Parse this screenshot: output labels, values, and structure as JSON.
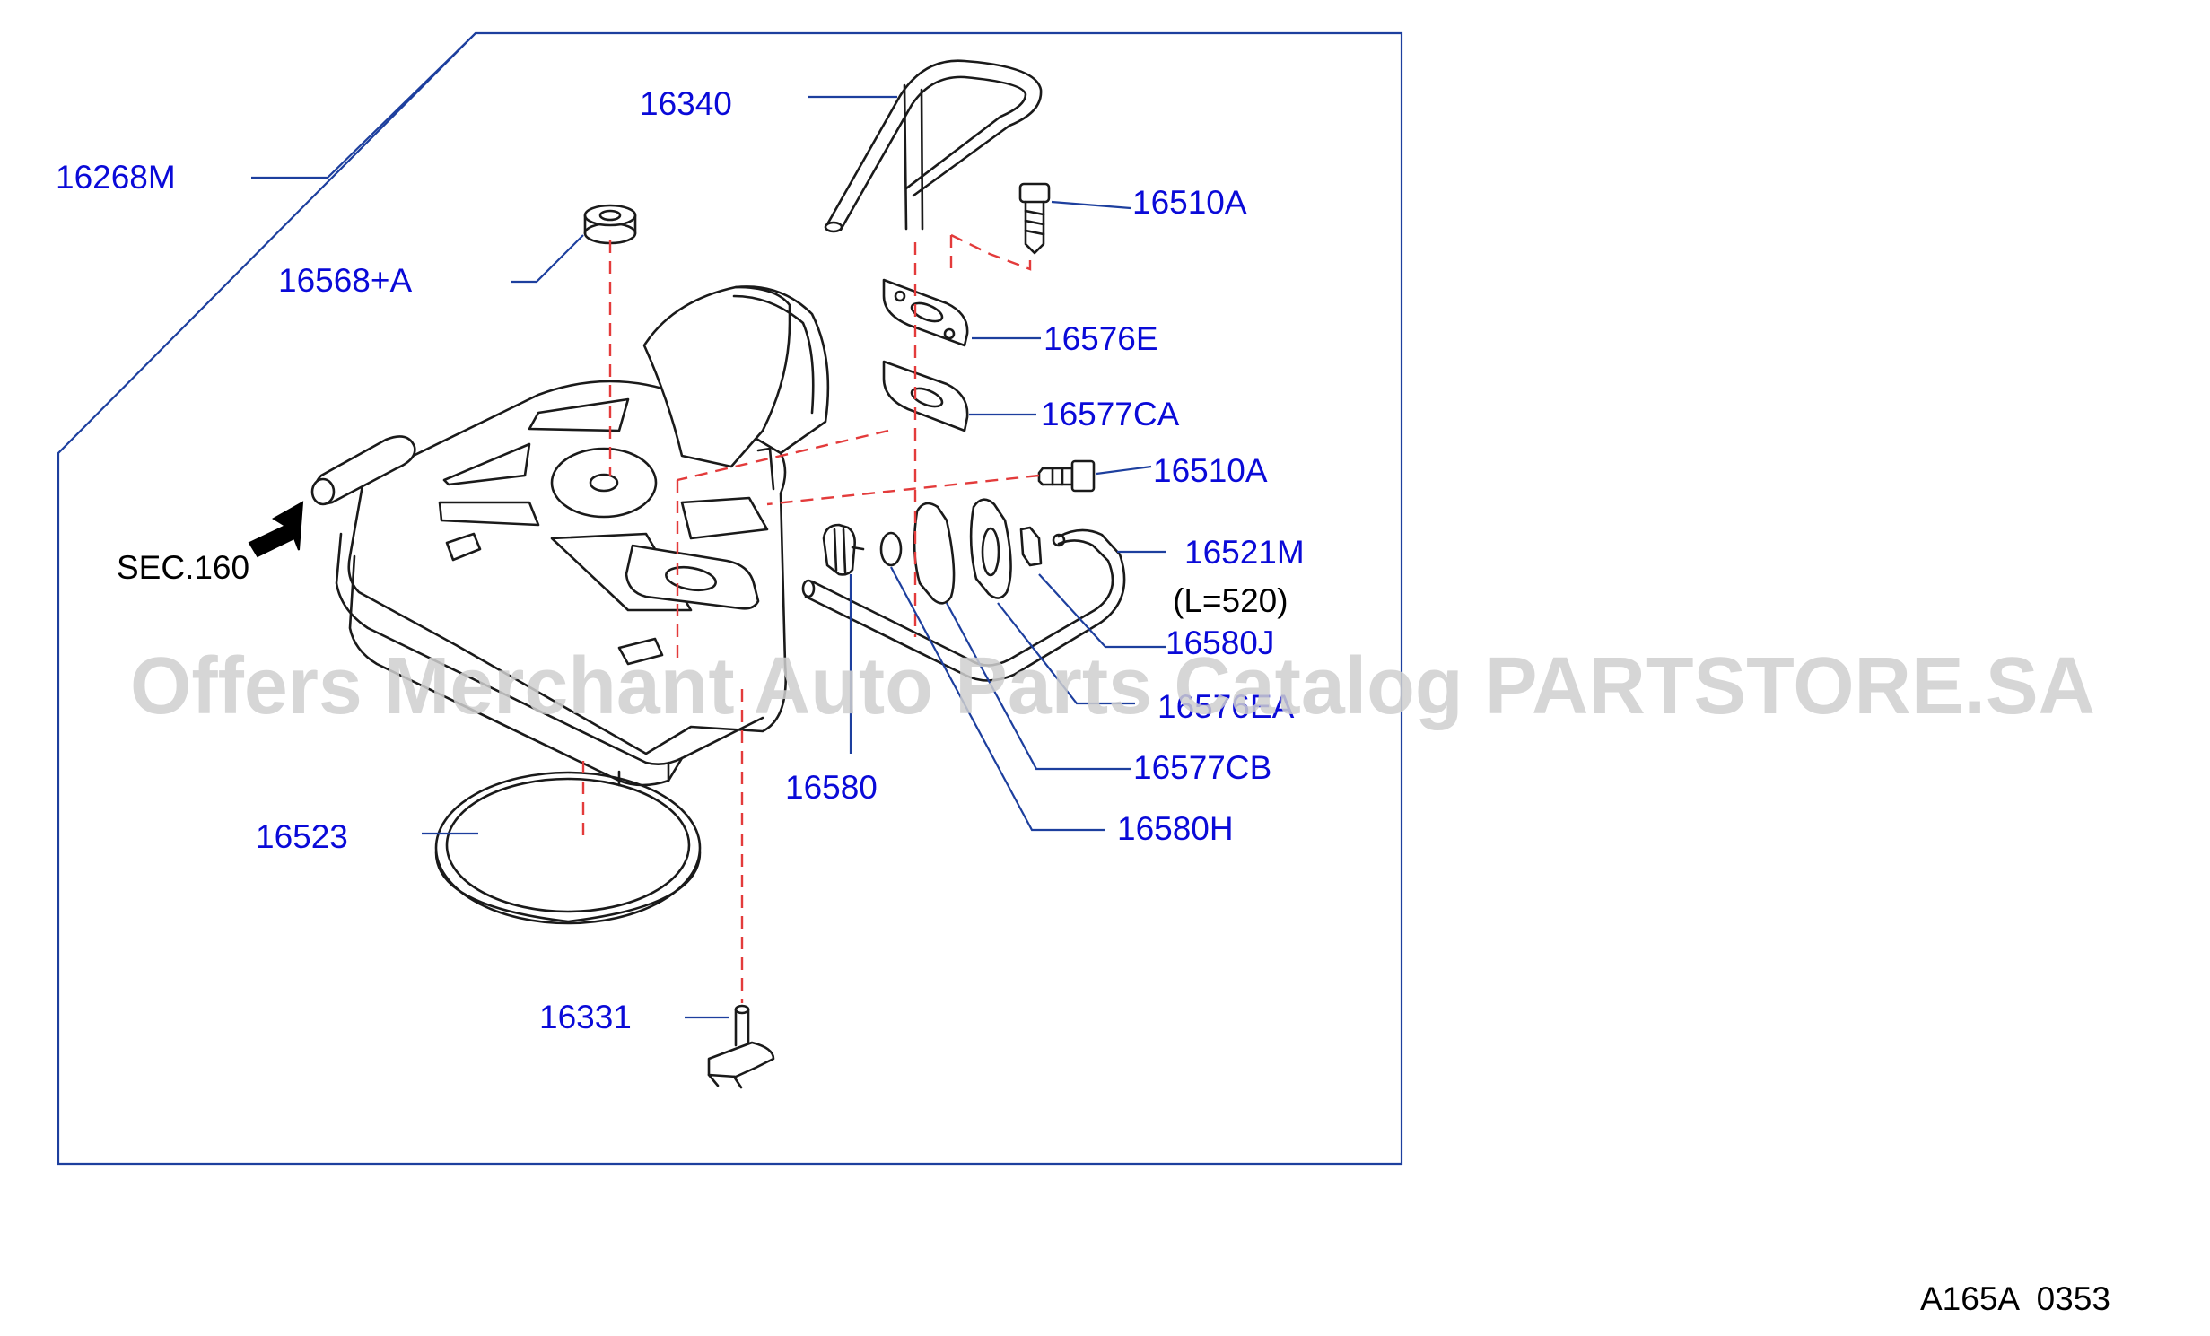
{
  "diagram": {
    "part_labels": [
      {
        "id": "p16268M",
        "text": "16268M"
      },
      {
        "id": "p16340",
        "text": "16340"
      },
      {
        "id": "p16510A_top",
        "text": "16510A"
      },
      {
        "id": "p16568A",
        "text": "16568+A"
      },
      {
        "id": "p16576E",
        "text": "16576E"
      },
      {
        "id": "p16577CA",
        "text": "16577CA"
      },
      {
        "id": "p16510A_mid",
        "text": "16510A"
      },
      {
        "id": "p16521M",
        "text": "16521M"
      },
      {
        "id": "p16580J",
        "text": "16580J"
      },
      {
        "id": "p16576EA",
        "text": "16576EA"
      },
      {
        "id": "p16577CB",
        "text": "16577CB"
      },
      {
        "id": "p16580",
        "text": "16580"
      },
      {
        "id": "p16580H",
        "text": "16580H"
      },
      {
        "id": "p16523",
        "text": "16523"
      },
      {
        "id": "p16331",
        "text": "16331"
      }
    ],
    "length_note": "(L=520)",
    "section_ref": "SEC.160",
    "watermark": "Offers Merchant Auto Parts Catalog PARTSTORE.SA",
    "drawing_code": "A165A  0353",
    "colors": {
      "part_number": "#0a0ad8",
      "leader": "#1d3f9e",
      "centerline": "#e33b3b",
      "outline": "#1a1a1a",
      "watermark": "#cfcfcf"
    }
  }
}
